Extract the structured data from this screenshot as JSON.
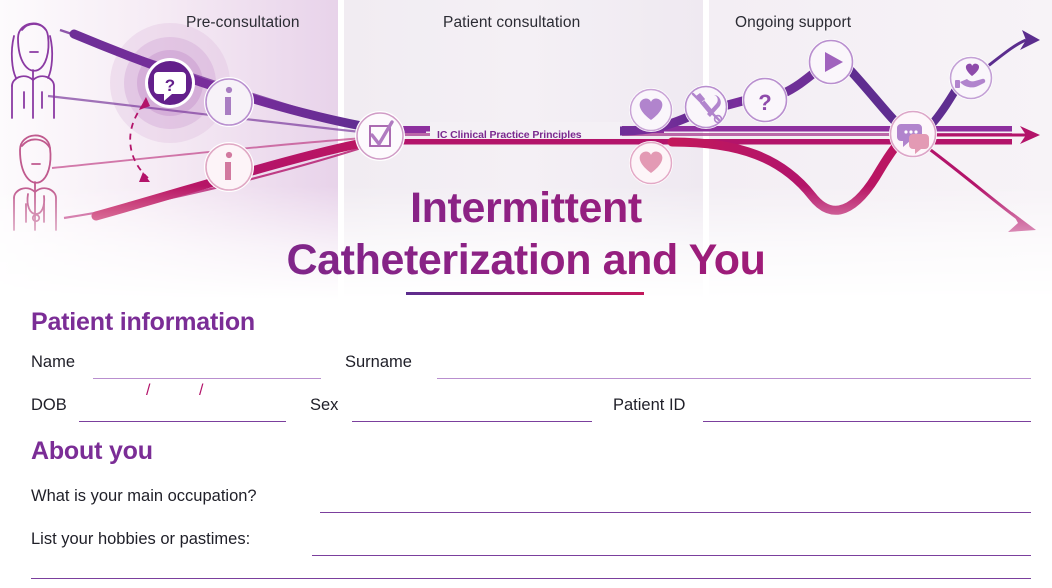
{
  "hero": {
    "stages": [
      {
        "label": "Pre-consultation"
      },
      {
        "label": "Patient consultation"
      },
      {
        "label": "Ongoing support"
      }
    ],
    "principles_label": "IC Clinical Practice Principles",
    "icons": [
      {
        "name": "question-speech-bubble-icon",
        "stage": 0
      },
      {
        "name": "info-icon-upper",
        "stage": 0
      },
      {
        "name": "info-icon-lower",
        "stage": 0
      },
      {
        "name": "checkbox-checked-icon",
        "stage": 0
      },
      {
        "name": "heart-icon-upper",
        "stage": 1
      },
      {
        "name": "heart-icon-lower",
        "stage": 1
      },
      {
        "name": "no-tools-icon",
        "stage": 1
      },
      {
        "name": "question-mark-icon",
        "stage": 1
      },
      {
        "name": "play-icon",
        "stage": 2
      },
      {
        "name": "speech-bubbles-icon",
        "stage": 2
      },
      {
        "name": "hand-holding-heart-icon",
        "stage": 2
      }
    ],
    "figures": [
      {
        "name": "patient-figure"
      },
      {
        "name": "clinician-figure"
      }
    ]
  },
  "title": {
    "line1": "Intermittent",
    "line2": "Catheterization and You"
  },
  "sections": [
    {
      "heading": "Patient information",
      "rows": [
        {
          "fields": [
            {
              "label": "Name",
              "value": ""
            },
            {
              "label": "Surname",
              "value": ""
            }
          ]
        },
        {
          "fields": [
            {
              "label": "DOB",
              "value": "",
              "separators": [
                "/",
                "/"
              ]
            },
            {
              "label": "Sex",
              "value": ""
            },
            {
              "label": "Patient ID",
              "value": ""
            }
          ]
        }
      ]
    },
    {
      "heading": "About you",
      "rows": [
        {
          "fields": [
            {
              "label": "What is your main occupation?",
              "value": ""
            }
          ]
        },
        {
          "fields": [
            {
              "label": "List your hobbies or pastimes:",
              "value": ""
            }
          ]
        }
      ]
    }
  ],
  "colors": {
    "purple": "#7b2d96",
    "deep_purple": "#5b2d8e",
    "magenta": "#b3146a",
    "crimson": "#c2185b",
    "rule": "#7b3f9d",
    "rule_light": "#b98fcf",
    "text": "#1f1f28",
    "stage_text": "#2b2b33",
    "background": "#ffffff"
  }
}
